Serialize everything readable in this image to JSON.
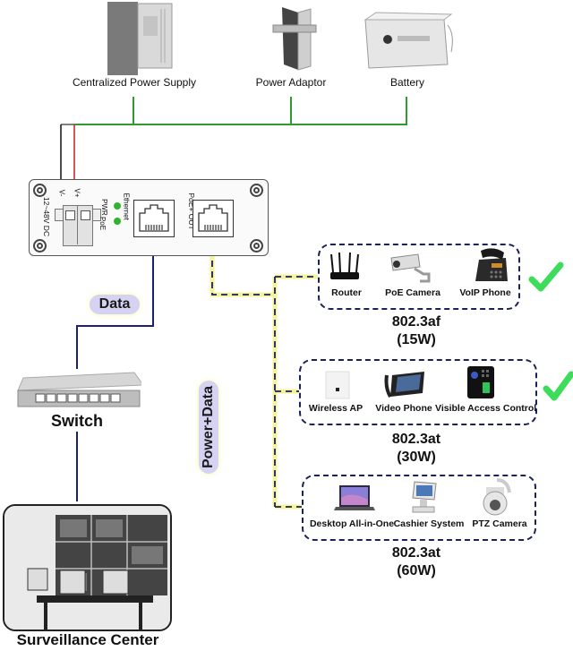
{
  "power_sources": [
    {
      "label": "Centralized Power Supply",
      "icon": "power-supply-cabinet"
    },
    {
      "label": "Power Adaptor",
      "icon": "din-rail-power-adaptor"
    },
    {
      "label": "Battery",
      "icon": "battery"
    }
  ],
  "injector": {
    "terminal_minus": "V-",
    "terminal_plus": "V+",
    "voltage_label": "12~48V DC",
    "led_labels": [
      "PWR",
      "PoE"
    ],
    "ethernet_label": "Ethernet",
    "poe_out_label": "PoE+ OUT"
  },
  "links": {
    "data_label": "Data",
    "power_data_label": "Power+Data"
  },
  "switch": {
    "label": "Switch"
  },
  "surveillance": {
    "label": "Surveillance Center"
  },
  "device_groups": [
    {
      "devices": [
        "Router",
        "PoE Camera",
        "VoIP Phone"
      ],
      "standard": "802.3af",
      "power": "(15W)",
      "supported": true
    },
    {
      "devices": [
        "Wireless AP",
        "Video Phone",
        "Visible Access Control"
      ],
      "standard": "802.3at",
      "power": "(30W)",
      "supported": true
    },
    {
      "devices": [
        "Desktop All-in-One",
        "Cashier System",
        "PTZ Camera"
      ],
      "standard": "802.3at",
      "power": "(60W)",
      "supported": false
    }
  ],
  "colors": {
    "power_bus": "#2f9a2f",
    "data_line": "#1c1f7a",
    "poe_line_dash": "#1c2157",
    "poe_line_glow": "#f4f39a",
    "pill_bg": "#d6d3f2",
    "check": "#3ddc5a",
    "led": "#2db52d"
  }
}
